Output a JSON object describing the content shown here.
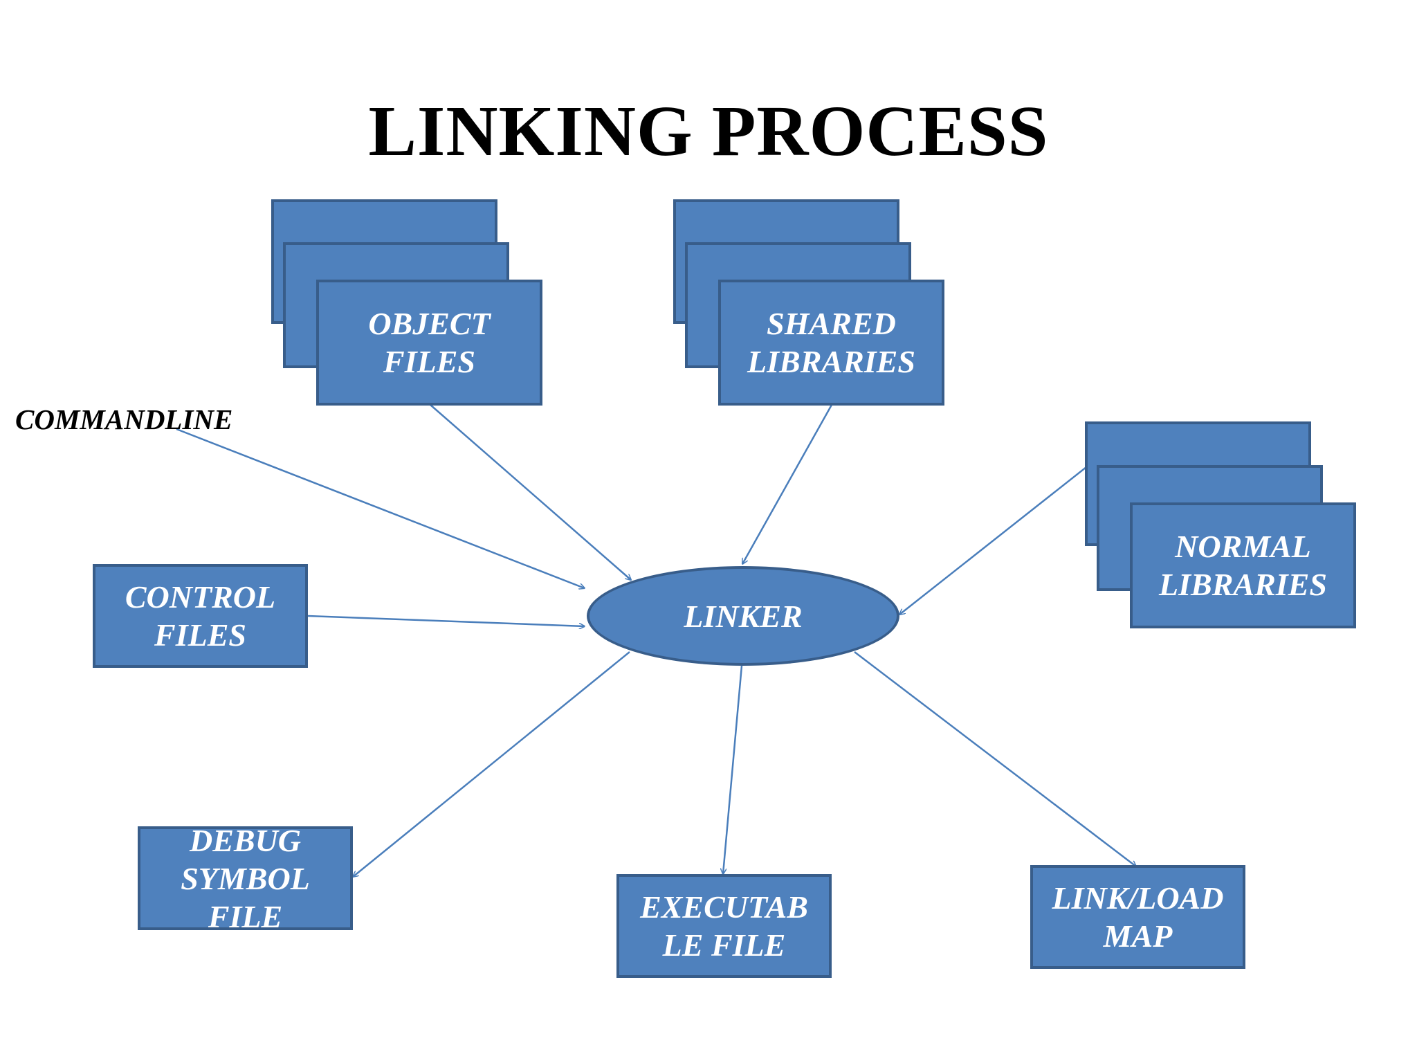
{
  "title": "LINKING PROCESS",
  "colors": {
    "box_fill": "#4f81bd",
    "box_border": "#385d8a",
    "arrow": "#4a7ebb",
    "text": "#ffffff"
  },
  "inputs": {
    "object_files": "OBJECT\nFILES",
    "shared_libraries": "SHARED\nLIBRARIES",
    "normal_libraries": "NORMAL\nLIBRARIES",
    "control_files": "CONTROL\nFILES",
    "commandline": "COMMANDLINE"
  },
  "center": {
    "linker": "LINKER"
  },
  "outputs": {
    "debug_symbol_file": "DEBUG\nSYMBOL\nFILE",
    "executable_file": "EXECUTAB\nLE FILE",
    "link_load_map": "LINK/LOAD\nMAP"
  }
}
